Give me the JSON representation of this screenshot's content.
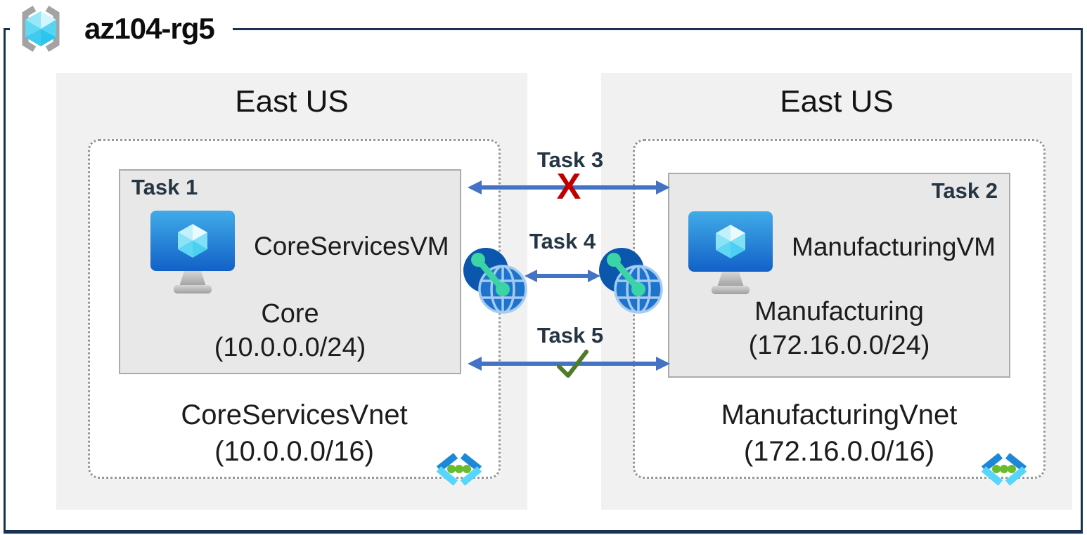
{
  "resource_group": {
    "name": "az104-rg5"
  },
  "regions": [
    {
      "name": "East US",
      "vnet": {
        "name": "CoreServicesVnet",
        "cidr": "(10.0.0.0/16)",
        "subnet": {
          "task_label": "Task 1",
          "vm_name": "CoreServicesVM",
          "name": "Core",
          "cidr": "(10.0.0.0/24)"
        }
      }
    },
    {
      "name": "East US",
      "vnet": {
        "name": "ManufacturingVnet",
        "cidr": "(172.16.0.0/16)",
        "subnet": {
          "task_label": "Task 2",
          "vm_name": "ManufacturingVM",
          "name": "Manufacturing",
          "cidr": "(172.16.0.0/24)"
        }
      }
    }
  ],
  "connections": [
    {
      "label": "Task 3",
      "status": "blocked",
      "glyph": "X"
    },
    {
      "label": "Task 4",
      "status": "peering",
      "glyph": ""
    },
    {
      "label": "Task 5",
      "status": "allowed",
      "glyph": "✓"
    }
  ],
  "icons": {
    "resource_group": "resource-group-icon",
    "vm": "virtual-machine-icon",
    "vnet": "virtual-network-icon",
    "peering": "vnet-peering-icon",
    "blocked": "red-x-icon",
    "allowed": "green-check-icon"
  },
  "colors": {
    "frame": "#1b3150",
    "arrow": "#4472c4",
    "blocked": "#c00000",
    "allowed": "#4f7c2a",
    "task_label": "#263544",
    "region_fill": "#f1f1f2",
    "subnet_fill": "#e8e8e8"
  }
}
